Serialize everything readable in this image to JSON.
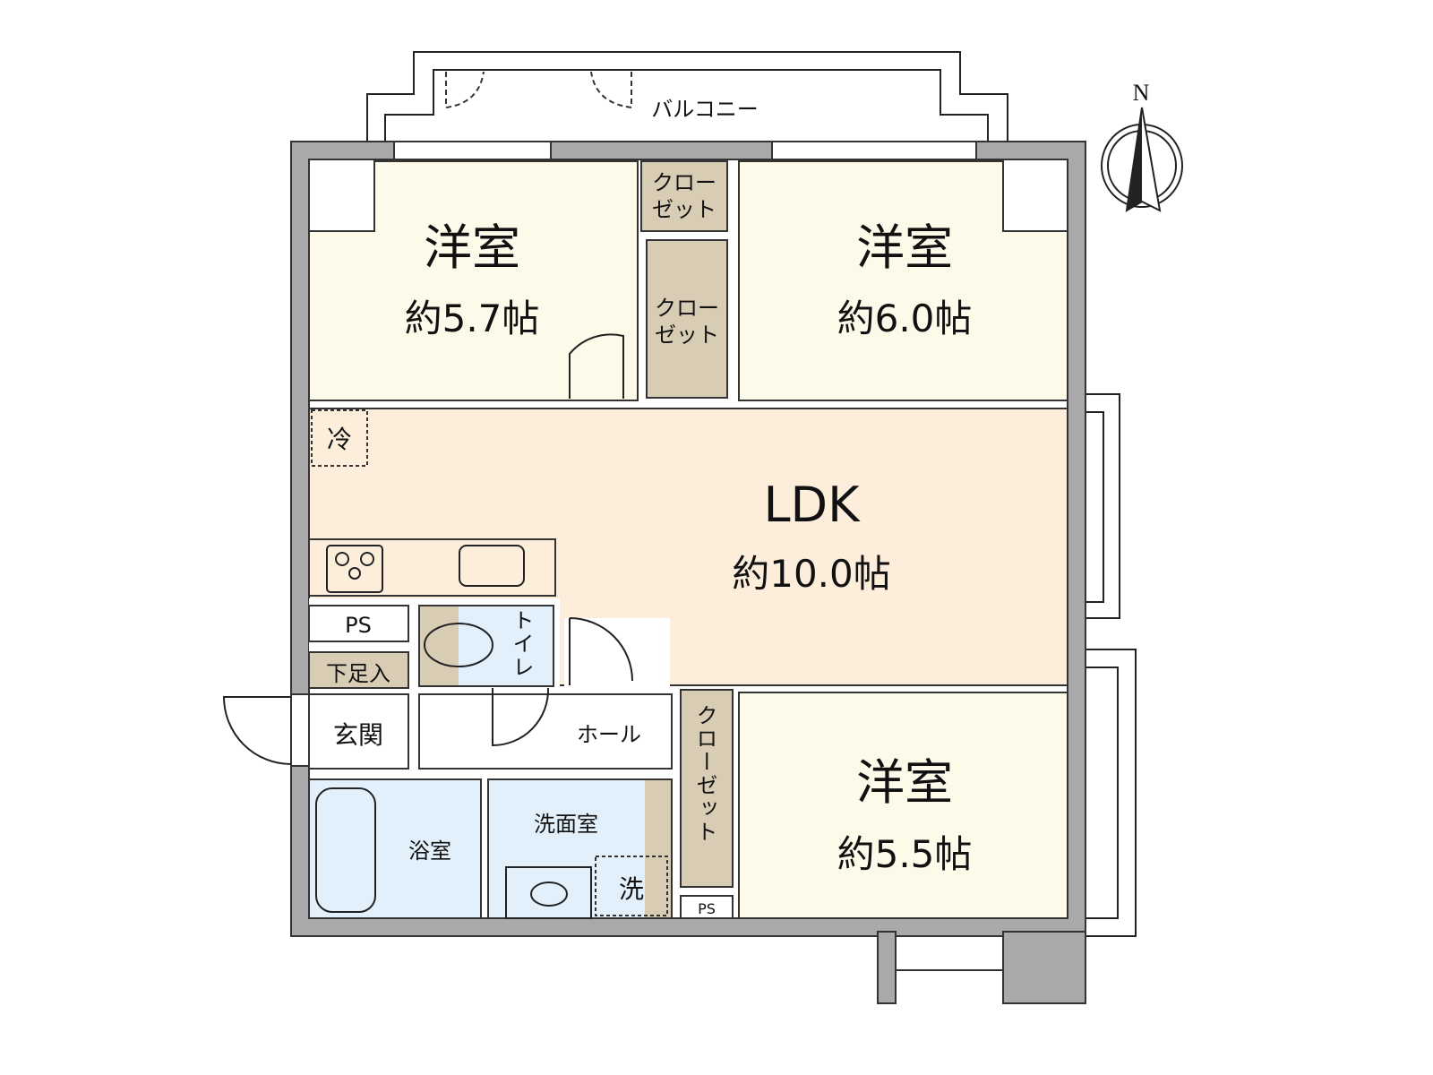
{
  "balcony": {
    "label": "バルコニー"
  },
  "compass": {
    "label": "N"
  },
  "rooms": {
    "western1": {
      "name": "洋室",
      "area": "約5.7帖"
    },
    "western2": {
      "name": "洋室",
      "area": "約6.0帖"
    },
    "western3": {
      "name": "洋室",
      "area": "約5.5帖"
    },
    "ldk": {
      "name": "LDK",
      "area": "約10.0帖"
    },
    "closet1": {
      "line1": "クロー",
      "line2": "ゼット"
    },
    "closet2": {
      "line1": "クロー",
      "line2": "ゼット"
    },
    "closet3": {
      "label": "クローゼット"
    },
    "fridge": "冷",
    "ps1": "PS",
    "ps2": "PS",
    "shoe": "下足入",
    "toilet": "トイレ",
    "entrance": "玄関",
    "hall": "ホール",
    "bath": "浴室",
    "washroom": "洗面室",
    "washer": "洗"
  },
  "colors": {
    "wall": "#a9a9ab",
    "western": "#fdfaea",
    "ldk": "#fdeedb",
    "closet": "#d8ccb4",
    "wet": "#e1f0fb"
  }
}
